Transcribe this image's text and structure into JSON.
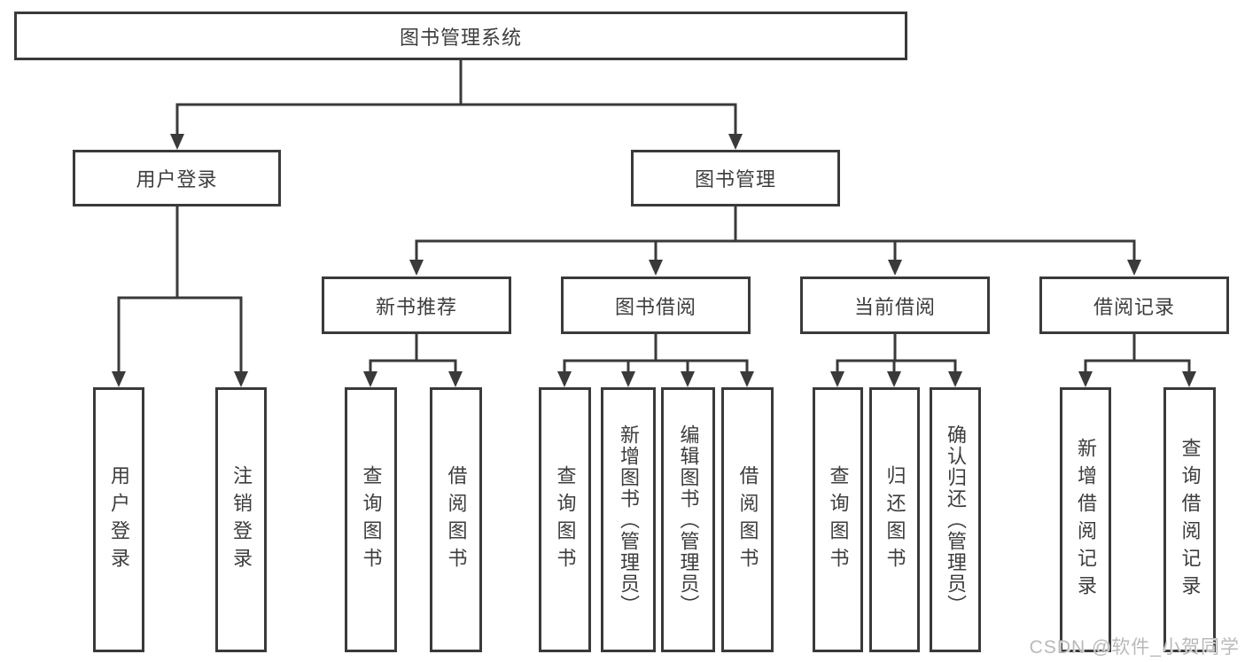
{
  "watermark": "CSDN @软件_小贺同学",
  "tree": {
    "root": {
      "label": "图书管理系统"
    },
    "branches": [
      {
        "label": "用户登录",
        "children": [
          {
            "label": "用户登录"
          },
          {
            "label": "注销登录"
          }
        ]
      },
      {
        "label": "图书管理",
        "children": [
          {
            "label": "新书推荐",
            "children": [
              {
                "label": "查询图书"
              },
              {
                "label": "借阅图书"
              }
            ]
          },
          {
            "label": "图书借阅",
            "children": [
              {
                "label": "查询图书"
              },
              {
                "label": "新增图书（管理员）"
              },
              {
                "label": "编辑图书（管理员）"
              },
              {
                "label": "借阅图书"
              }
            ]
          },
          {
            "label": "当前借阅",
            "children": [
              {
                "label": "查询图书"
              },
              {
                "label": "归还图书"
              },
              {
                "label": "确认归还（管理员）"
              }
            ]
          },
          {
            "label": "借阅记录",
            "children": [
              {
                "label": "新增借阅记录"
              },
              {
                "label": "查询借阅记录"
              }
            ]
          }
        ]
      }
    ]
  },
  "colors": {
    "line": "#3a3a3a",
    "text": "#3d3d3d",
    "watermark": "#b9b9b9",
    "background": "#ffffff"
  }
}
